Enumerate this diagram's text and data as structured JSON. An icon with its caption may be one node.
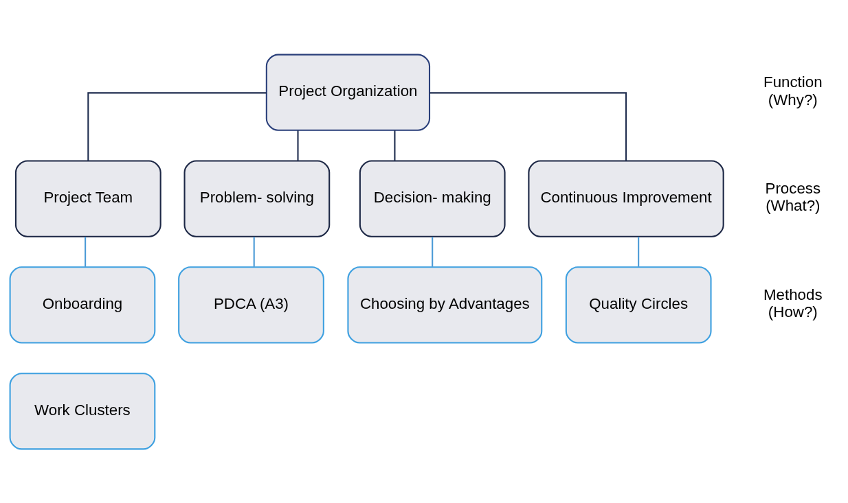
{
  "diagram": {
    "nodes": [
      {
        "text": [
          "Project Organization"
        ]
      },
      {
        "text": [
          "Project Team"
        ]
      },
      {
        "text": [
          "Problem- solving"
        ]
      },
      {
        "text": [
          "Decision- making"
        ]
      },
      {
        "text": [
          "Continuous Improvement"
        ]
      },
      {
        "text": [
          "Onboarding"
        ]
      },
      {
        "text": [
          "PDCA (A3)"
        ]
      },
      {
        "text": [
          "Choosing by Advantages"
        ]
      },
      {
        "text": [
          "Quality Circles"
        ]
      },
      {
        "text": [
          "Work Clusters"
        ]
      }
    ],
    "edges": [
      {
        "from": 0,
        "to": 1,
        "arrow": "none"
      },
      {
        "from": 0,
        "to": 2,
        "arrow": "none"
      },
      {
        "from": 0,
        "to": 3,
        "arrow": "none"
      },
      {
        "from": 0,
        "to": 4,
        "arrow": "none"
      },
      {
        "from": 1,
        "to": 5,
        "arrow": "none",
        "color": "#4a9ad6"
      },
      {
        "from": 2,
        "to": 6,
        "arrow": "none",
        "color": "#4a9ad6"
      },
      {
        "from": 3,
        "to": 7,
        "arrow": "none",
        "color": "#4a9ad6"
      },
      {
        "from": 4,
        "to": 8,
        "arrow": "none",
        "color": "#4a9ad6"
      }
    ],
    "labels": [
      "Function (Why?)",
      "Process (What?)",
      "Methods (How?)"
    ]
  }
}
